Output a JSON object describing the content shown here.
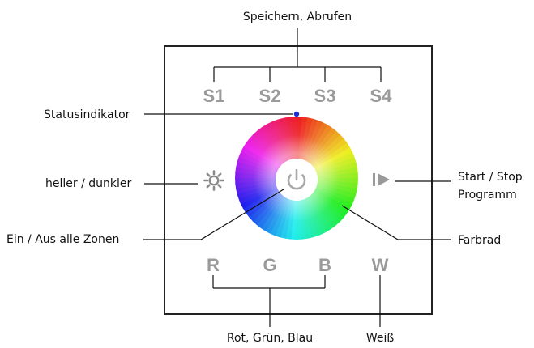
{
  "labels": {
    "save_recall": "Speichern, Abrufen",
    "status_indicator": "Statusindikator",
    "brightness": "heller / dunkler",
    "on_off_all_zones": "Ein / Aus alle Zonen",
    "start_stop_line1": "Start / Stop",
    "start_stop_line2": "Programm",
    "color_wheel": "Farbrad",
    "rgb": "Rot, Grün, Blau",
    "white": "Weiß"
  },
  "keys": {
    "s1": "S1",
    "s2": "S2",
    "s3": "S3",
    "s4": "S4",
    "r": "R",
    "g": "G",
    "b": "B",
    "w": "W"
  },
  "icons": {
    "brightness": "sun-icon",
    "play": "play-icon",
    "power": "power-icon",
    "status": "status-led-dot"
  },
  "colors": {
    "panel_border": "#222222",
    "key_text": "#9a9a9a",
    "status_led": "#1a2fd8",
    "line": "#111111"
  }
}
